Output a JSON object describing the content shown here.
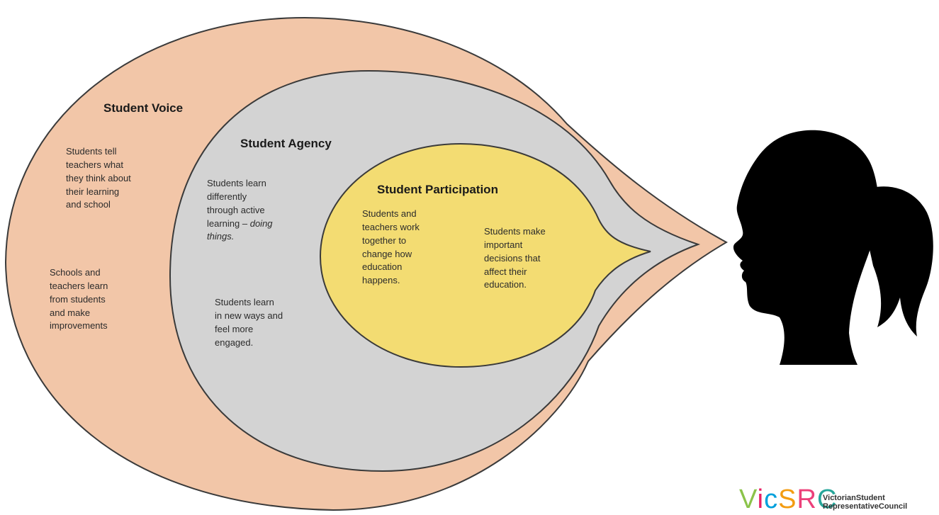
{
  "voice": {
    "title": "Student Voice",
    "text1": "Students tell\nteachers what\nthey think about\ntheir learning\nand school",
    "text2": "Schools and\nteachers learn\nfrom students\nand make\nimprovements"
  },
  "agency": {
    "title": "Student Agency",
    "text1_a": "Students learn\ndifferently\nthrough active\nlearning – ",
    "text1_b": "doing\nthings.",
    "text2": "Students learn\nin new ways and\nfeel more\nengaged."
  },
  "participation": {
    "title": "Student Participation",
    "text1": "Students and\nteachers work\ntogether to\nchange how\neducation\nhappens.",
    "text2": "Students make\nimportant\ndecisions that\naffect their\neducation."
  },
  "logo": {
    "letters": [
      "V",
      "i",
      "c",
      "S",
      "R",
      "C"
    ],
    "letter_colors": [
      "#8bc34a",
      "#e91e63",
      "#00a0dc",
      "#f39c12",
      "#ec407a",
      "#26a69a"
    ],
    "name": "VictorianStudent\nRepresentativeCouncil"
  },
  "colors": {
    "voice_fill": "#f2c6a8",
    "agency_fill": "#d3d3d3",
    "participation_fill": "#f3dc72",
    "outline": "#3a3a3a",
    "silhouette": "#000000"
  }
}
